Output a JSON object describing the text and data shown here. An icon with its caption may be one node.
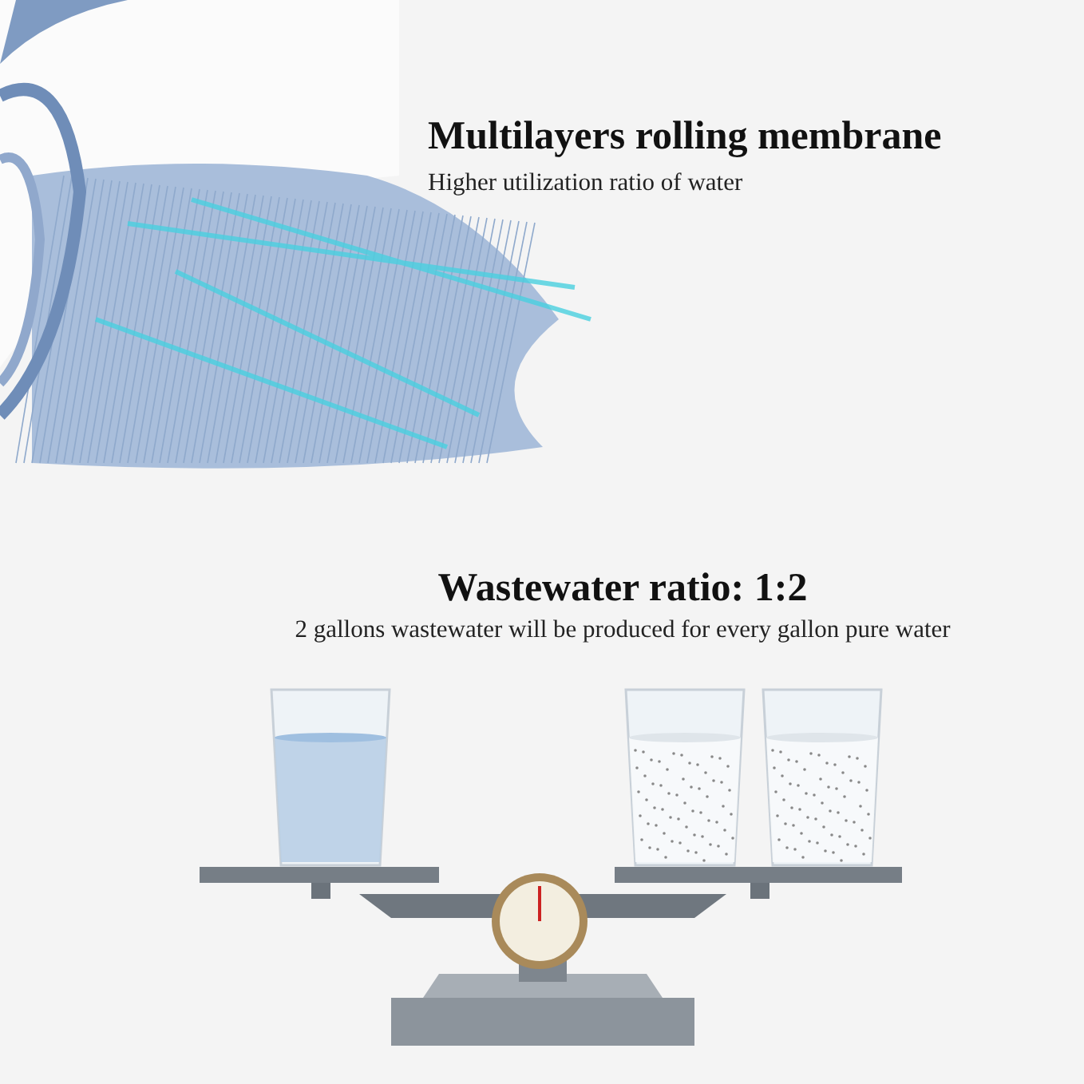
{
  "diagram": {
    "labels": [
      "Multilayers rolling membrane",
      "Higher utilization ratio of water",
      "Wastewater ratio: 1:2",
      "2 gallons wastewater will be produced for every gallon pure water"
    ]
  }
}
